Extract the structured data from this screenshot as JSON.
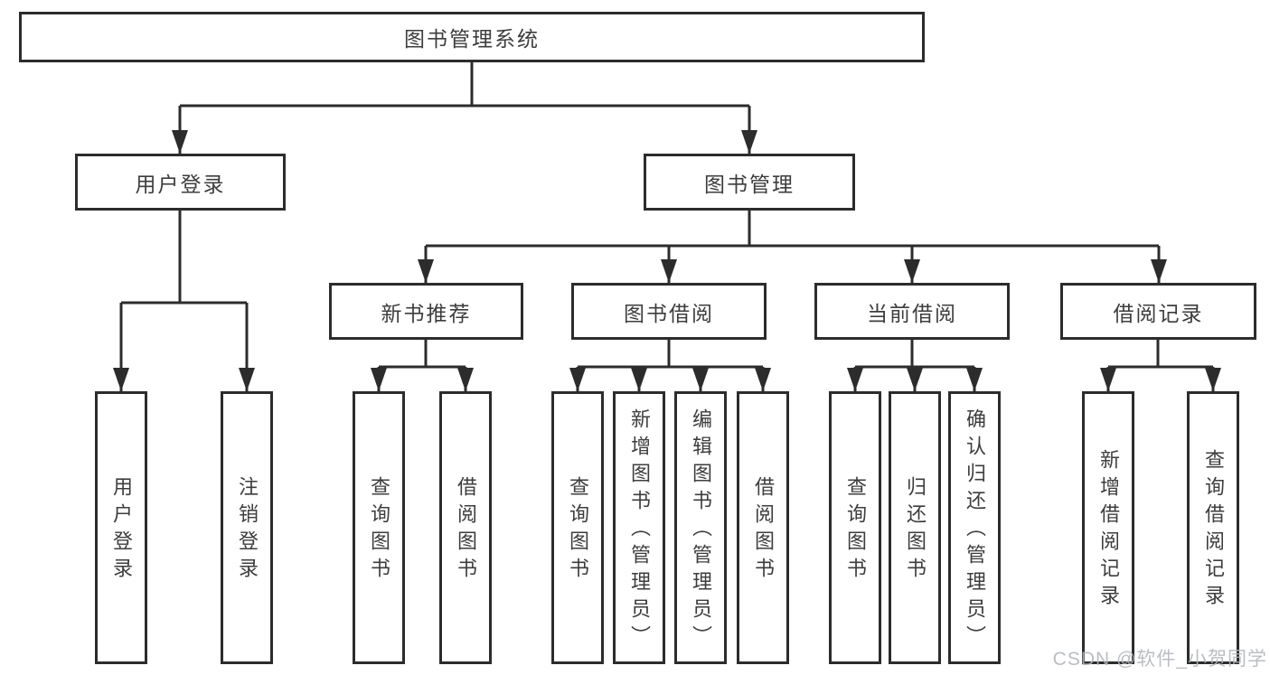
{
  "diagram": {
    "root": {
      "label": "图书管理系统"
    },
    "branches": [
      {
        "label": "用户登录",
        "leaves": [
          {
            "label": "用户登录"
          },
          {
            "label": "注销登录"
          }
        ]
      },
      {
        "label": "图书管理",
        "children": [
          {
            "label": "新书推荐",
            "leaves": [
              {
                "label": "查询图书"
              },
              {
                "label": "借阅图书"
              }
            ]
          },
          {
            "label": "图书借阅",
            "leaves": [
              {
                "label": "查询图书"
              },
              {
                "label": "新增图书（管理员）"
              },
              {
                "label": "编辑图书（管理员）"
              },
              {
                "label": "借阅图书"
              }
            ]
          },
          {
            "label": "当前借阅",
            "leaves": [
              {
                "label": "查询图书"
              },
              {
                "label": "归还图书"
              },
              {
                "label": "确认归还（管理员）"
              }
            ]
          },
          {
            "label": "借阅记录",
            "leaves": [
              {
                "label": "新增借阅记录"
              },
              {
                "label": "查询借阅记录"
              }
            ]
          }
        ]
      }
    ]
  },
  "watermark": {
    "text": "CSDN @软件_小贺同学"
  },
  "colors": {
    "line": "#2c2c2c",
    "box_border": "#2c2c2c",
    "text": "#3d3d3d",
    "background": "#ffffff",
    "watermark": "#b0b5ba"
  }
}
